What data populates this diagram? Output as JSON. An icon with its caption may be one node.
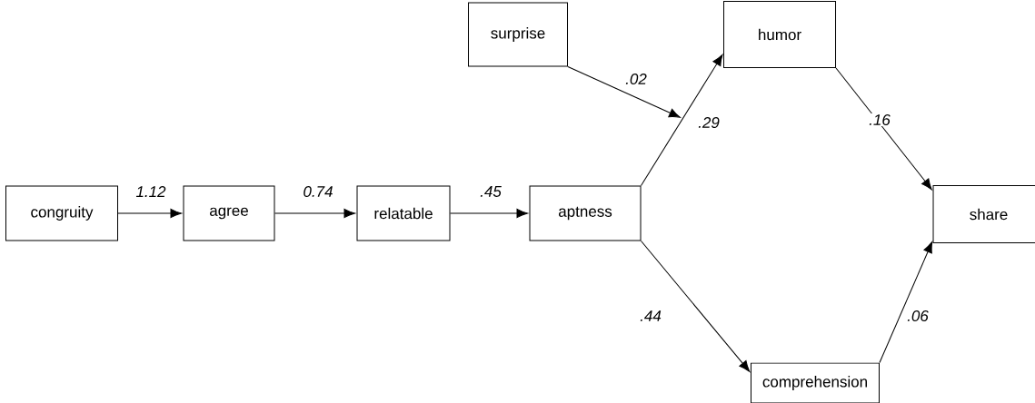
{
  "diagram": {
    "nodes": [
      {
        "text": [
          "surprise"
        ]
      },
      {
        "text": [
          "humor"
        ]
      },
      {
        "text": [
          "congruity"
        ]
      },
      {
        "text": [
          "agree"
        ]
      },
      {
        "text": [
          "relatable"
        ]
      },
      {
        "text": [
          "aptness"
        ]
      },
      {
        "text": [
          "share"
        ]
      },
      {
        "text": [
          "comprehension"
        ]
      }
    ],
    "edges": [
      {
        "from": 2,
        "to": 3,
        "arrow": "to",
        "label": "1.12"
      },
      {
        "from": 3,
        "to": 4,
        "arrow": "to",
        "label": "0.74"
      },
      {
        "from": 4,
        "to": 5,
        "arrow": "to",
        "label": ".45"
      },
      {
        "from": 5,
        "to": 1,
        "arrow": "to",
        "label": ".29"
      },
      {
        "from": 0,
        "to": null,
        "arrow": "to",
        "label": ".02"
      },
      {
        "from": 5,
        "to": 7,
        "arrow": "to",
        "label": ".44"
      },
      {
        "from": 1,
        "to": 6,
        "arrow": "to",
        "label": ".16"
      },
      {
        "from": 7,
        "to": 6,
        "arrow": "to",
        "label": ".06"
      }
    ]
  }
}
